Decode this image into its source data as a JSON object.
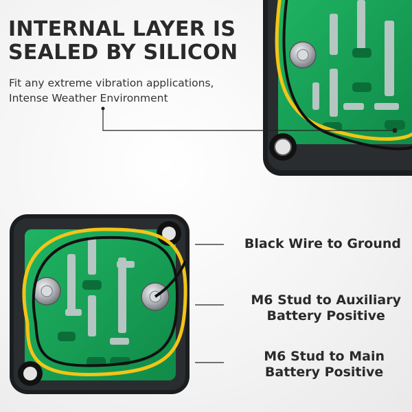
{
  "headline": [
    "INTERNAL LAYER IS",
    "SEALED BY SILICON"
  ],
  "subheadline": [
    "Fit any extreme vibration applications,",
    "Intense Weather Environment"
  ],
  "callouts": [
    {
      "lines": [
        "Black Wire to Ground"
      ]
    },
    {
      "lines": [
        "M6 Stud to Auxiliary",
        "Battery Positive"
      ]
    },
    {
      "lines": [
        "M6 Stud to Main",
        "Battery Positive"
      ]
    }
  ],
  "colors": {
    "text": "#2a2a2a",
    "pcb_green": "#16a35a",
    "housing_black": "#1b1d1f",
    "wire_yellow": "#f2c517",
    "stud_silver": "#b9bcbf"
  },
  "icons": [
    "relay-housing-top",
    "relay-housing-bottom",
    "m6-stud",
    "mounting-hole"
  ]
}
